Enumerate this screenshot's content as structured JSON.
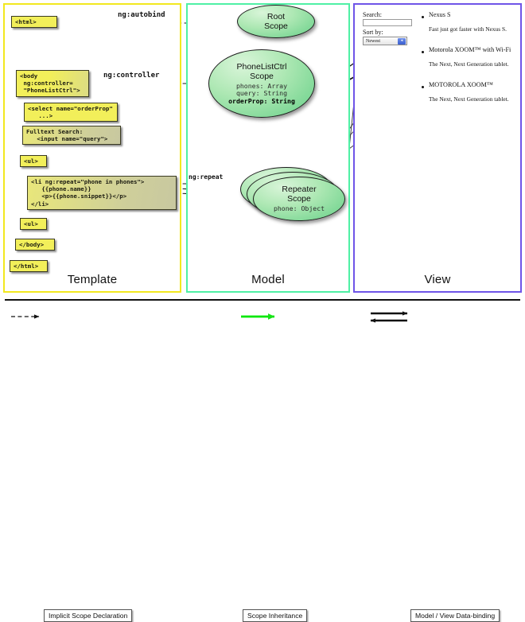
{
  "columns": [
    {
      "id": "template",
      "label": "Template",
      "border": "#f2e81f"
    },
    {
      "id": "model",
      "label": "Model",
      "border": "#4ff0a5"
    },
    {
      "id": "view",
      "label": "View",
      "border": "#6f55e8"
    }
  ],
  "template": {
    "boxes": [
      {
        "name": "html-open-box",
        "text": "<html>"
      },
      {
        "name": "body-controller-box",
        "text": "<body\n ng:controller=\n \"PhoneListCtrl\">"
      },
      {
        "name": "select-orderprop-box",
        "text": "<select name=\"orderProp\"\n   ...>"
      },
      {
        "name": "fulltext-search-box",
        "text": "Fulltext Search:\n   <input name=\"query\">"
      },
      {
        "name": "ul-open-box",
        "text": "<ul>"
      },
      {
        "name": "li-repeat-box",
        "text": "<li ng:repeat=\"phone in phones\">\n   {{phone.name}}\n   <p>{{phone.snippet}}</p>\n</li>"
      },
      {
        "name": "ul-close-box",
        "text": "<ul>"
      },
      {
        "name": "body-close-box",
        "text": "</body>"
      },
      {
        "name": "html-close-box",
        "text": "</html>"
      }
    ]
  },
  "model": {
    "scopes": [
      {
        "name": "root-scope",
        "title": "Root\nScope",
        "props": ""
      },
      {
        "name": "phonelistctrl-scope",
        "title": "PhoneListCtrl\nScope",
        "props": [
          "phones: Array",
          "query: String",
          "orderProp: String"
        ]
      },
      {
        "name": "repeater-scope",
        "title": "Repeater\nScope",
        "props": [
          "phone: Object"
        ]
      }
    ]
  },
  "view": {
    "search_label": "Search:",
    "search_value": "",
    "sort_label": "Sort by:",
    "sort_selected": "Newest",
    "phones": [
      {
        "name": "Nexus S",
        "desc": "Fast just got faster with Nexus S."
      },
      {
        "name": "Motorola XOOM™ with Wi-Fi",
        "desc": "The Next, Next Generation tablet."
      },
      {
        "name": "MOTOROLA XOOM™",
        "desc": "The Next, Next Generation tablet."
      }
    ]
  },
  "edges": {
    "autobind": "ng:autobind",
    "controller": "ng:controller",
    "repeat": "ng:repeat"
  },
  "legend": [
    {
      "name": "legend-implicit-scope",
      "label": "Implicit Scope Declaration",
      "marker": "dashed-arrow",
      "color": "#111111"
    },
    {
      "name": "legend-scope-inheritance",
      "label": "Scope Inheritance",
      "marker": "solid-arrow",
      "color": "#00e800"
    },
    {
      "name": "legend-data-binding",
      "label": "Model / View Data-binding",
      "marker": "double-arrow",
      "color": "#111111"
    }
  ]
}
